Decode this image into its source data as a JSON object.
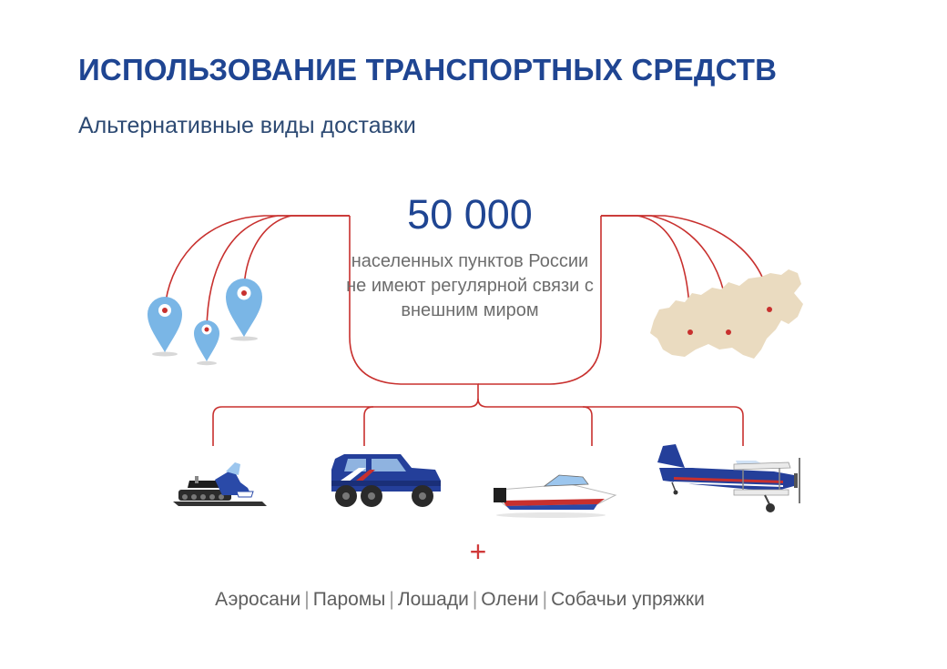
{
  "title": "ИСПОЛЬЗОВАНИЕ ТРАНСПОРТНЫХ СРЕДСТВ",
  "subtitle": "Альтернативные виды доставки",
  "stat": {
    "number": "50 000",
    "text": "населенных пунктов России не имеют регулярной связи с внешним миром"
  },
  "plus_sign": "+",
  "footer_items": [
    "Аэросани",
    "Паромы",
    "Лошади",
    "Олени",
    "Собачьи упряжки"
  ],
  "icons": {
    "pins": "map-pin-icon",
    "map": "russia-map-icon",
    "vehicles": [
      "snowmobile-icon",
      "all-terrain-truck-icon",
      "motorboat-icon",
      "biplane-icon"
    ]
  },
  "colors": {
    "title": "#1f4592",
    "lines": "#c8302e",
    "pin": "#7ab6e6",
    "map": "#eadbc0",
    "vehicle_blue": "#243f9a"
  }
}
